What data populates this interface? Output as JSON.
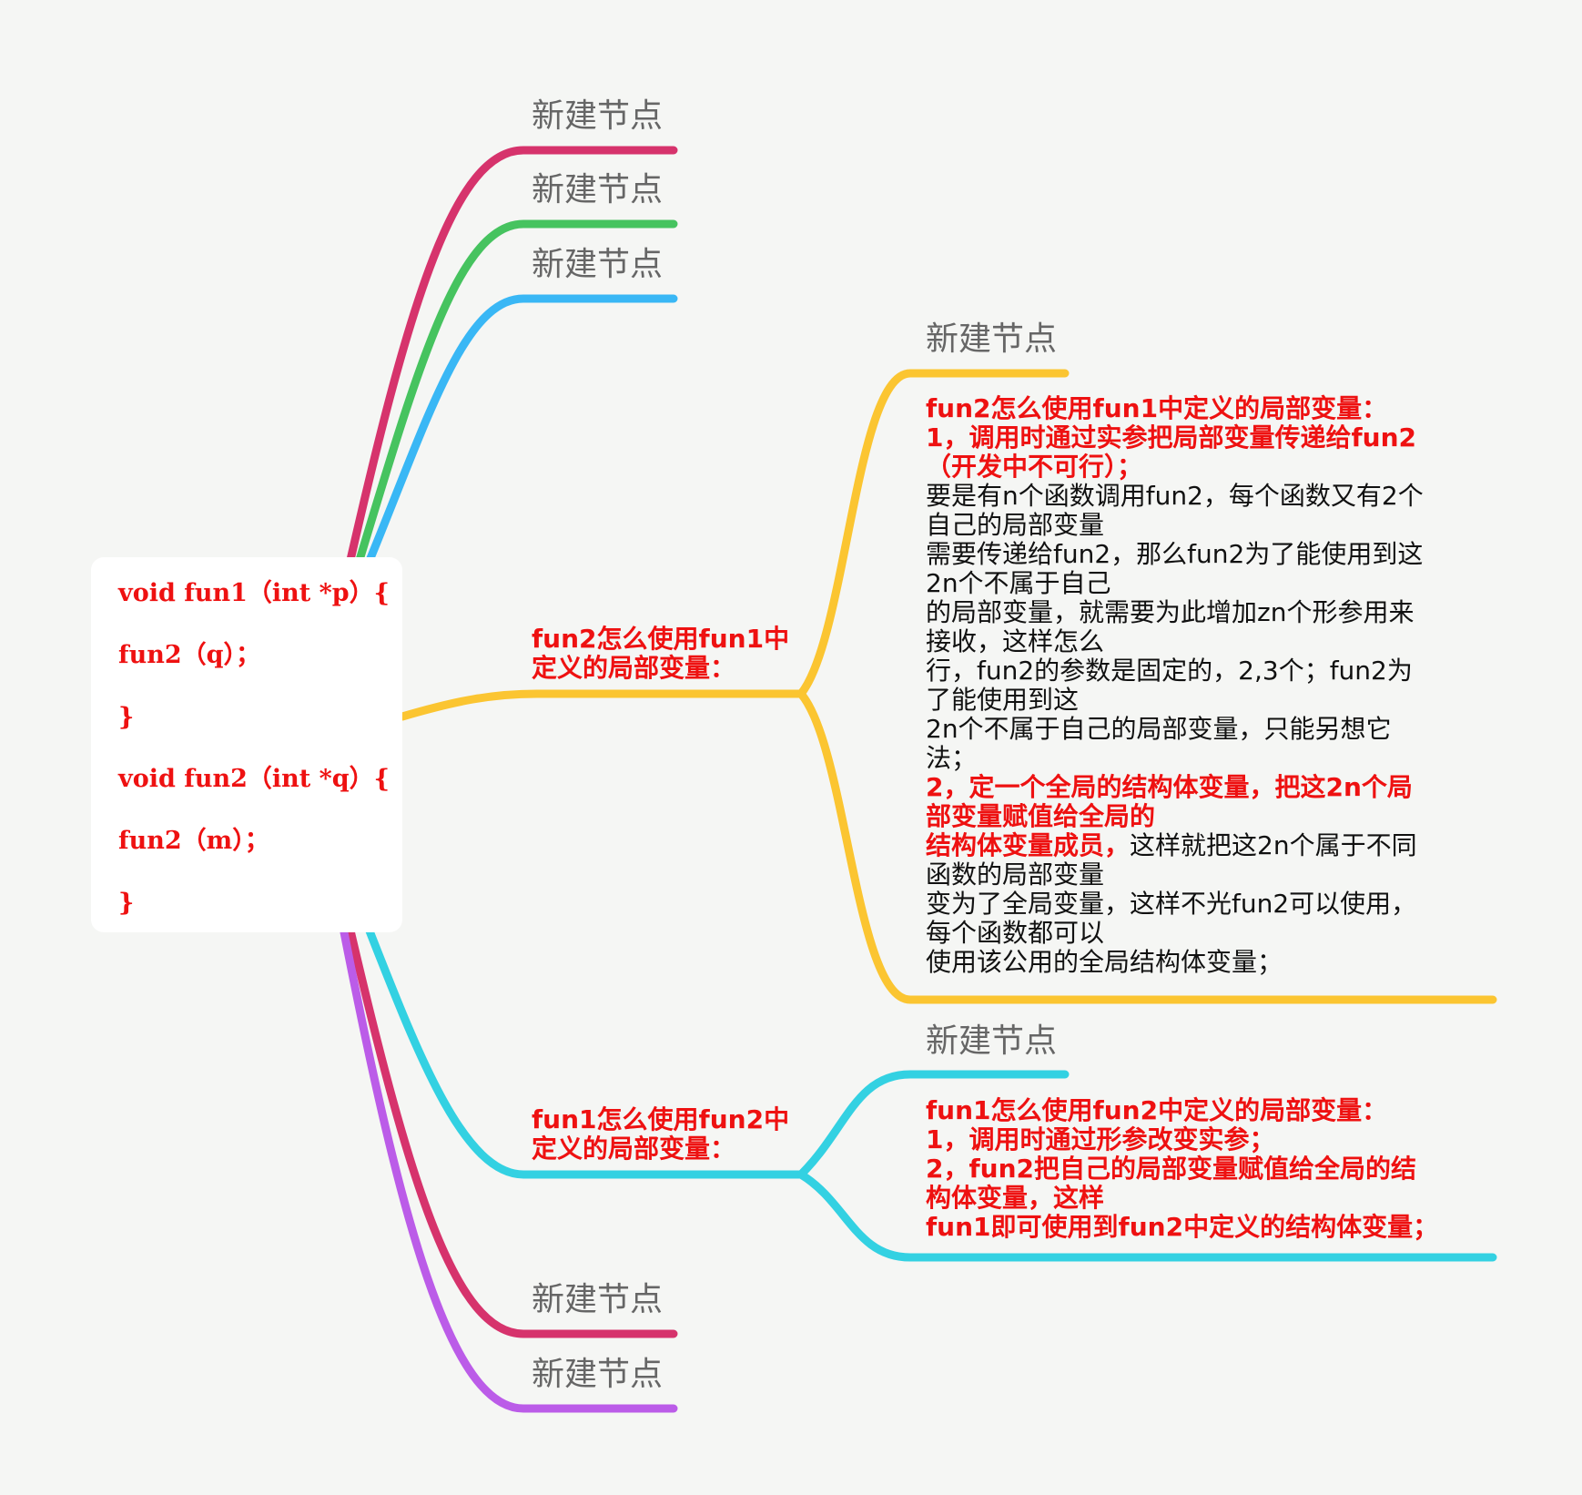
{
  "colors": {
    "background": "#f5f6f4",
    "red_text": "#ee1111",
    "branch_crimson": "#d6336c",
    "branch_green": "#46c35f",
    "branch_sky": "#39b7f5",
    "branch_yellow": "#fbc531",
    "branch_cyan": "#33d1e2",
    "branch_purple": "#bb5ce8"
  },
  "central": {
    "code_lines": [
      "void fun1（int *p）{",
      "fun2（q）；",
      "}",
      "void fun2（int *q）{",
      "fun2（m）；",
      "}"
    ]
  },
  "top_nodes": [
    "新建节点",
    "新建节点",
    "新建节点"
  ],
  "branch_fun2": {
    "title_lines": [
      "fun2怎么使用fun1中",
      "定义的局部变量："
    ],
    "child_label": "新建节点",
    "note": [
      [
        {
          "t": "fun2怎么使用fun1中定义的局部变量：",
          "red": true
        }
      ],
      [
        {
          "t": "1，调用时通过实参把局部变量传递给fun2",
          "red": true
        }
      ],
      [
        {
          "t": "（开发中不可行）；",
          "red": true
        }
      ],
      [
        {
          "t": "要是有n个函数调用fun2，每个函数又有2个",
          "red": false
        }
      ],
      [
        {
          "t": "自己的局部变量",
          "red": false
        }
      ],
      [
        {
          "t": "需要传递给fun2，那么fun2为了能使用到这",
          "red": false
        }
      ],
      [
        {
          "t": "2n个不属于自己",
          "red": false
        }
      ],
      [
        {
          "t": "的局部变量，就需要为此增加zn个形参用来",
          "red": false
        }
      ],
      [
        {
          "t": "接收，这样怎么",
          "red": false
        }
      ],
      [
        {
          "t": "行，fun2的参数是固定的，2,3个；fun2为",
          "red": false
        }
      ],
      [
        {
          "t": "了能使用到这",
          "red": false
        }
      ],
      [
        {
          "t": "2n个不属于自己的局部变量，只能另想它",
          "red": false
        }
      ],
      [
        {
          "t": "法；",
          "red": false
        }
      ],
      [
        {
          "t": "2，定一个全局的结构体变量，把这2n个局",
          "red": true
        }
      ],
      [
        {
          "t": "部变量赋值给全局的",
          "red": true
        }
      ],
      [
        {
          "t": "结构体变量成员，",
          "red": true
        },
        {
          "t": "这样就把这2n个属于不同",
          "red": false
        }
      ],
      [
        {
          "t": "函数的局部变量",
          "red": false
        }
      ],
      [
        {
          "t": "变为了全局变量，这样不光fun2可以使用，",
          "red": false
        }
      ],
      [
        {
          "t": "每个函数都可以",
          "red": false
        }
      ],
      [
        {
          "t": "使用该公用的全局结构体变量；",
          "red": false
        }
      ]
    ]
  },
  "branch_fun1": {
    "title_lines": [
      "fun1怎么使用fun2中",
      "定义的局部变量："
    ],
    "child_label": "新建节点",
    "note": [
      [
        {
          "t": "fun1怎么使用fun2中定义的局部变量：",
          "red": true
        }
      ],
      [
        {
          "t": "1，调用时通过形参改变实参；",
          "red": true
        }
      ],
      [
        {
          "t": "2，fun2把自己的局部变量赋值给全局的结",
          "red": true
        }
      ],
      [
        {
          "t": "构体变量，这样",
          "red": true
        }
      ],
      [
        {
          "t": "fun1即可使用到fun2中定义的结构体变量；",
          "red": true
        }
      ]
    ]
  },
  "bottom_nodes": [
    "新建节点",
    "新建节点"
  ]
}
